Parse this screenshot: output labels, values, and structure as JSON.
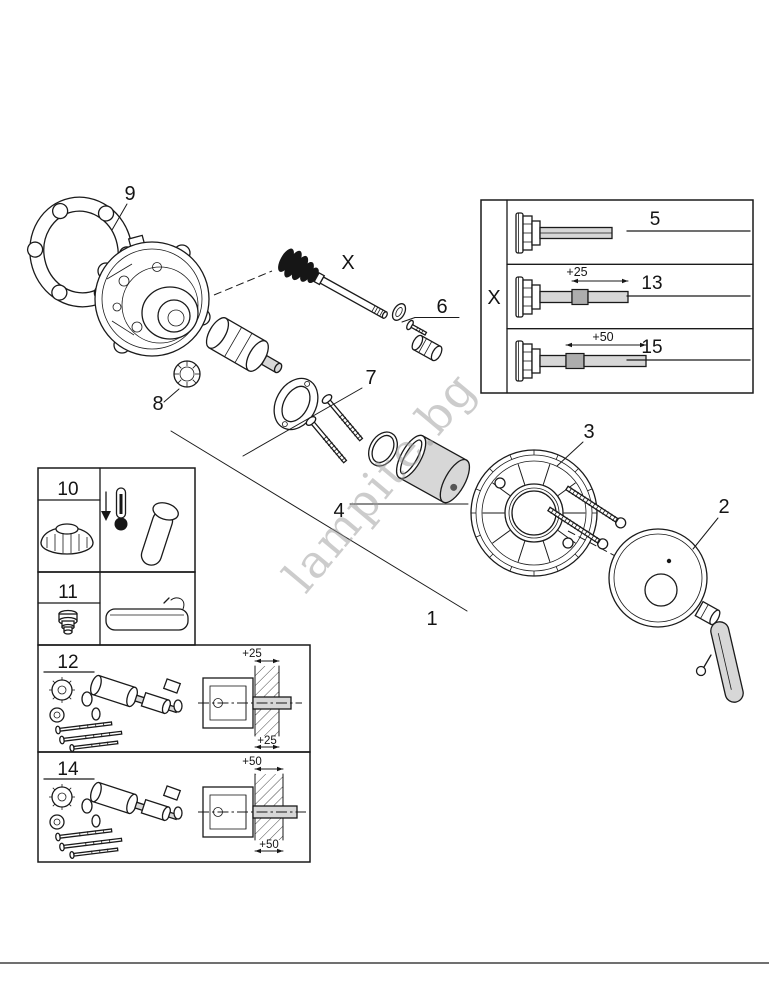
{
  "watermark": "lampite.bg",
  "colors": {
    "line": "#1a1a1a",
    "paper": "#ffffff",
    "shade": "#d7d7d7",
    "watermark": "#9a9a9a"
  },
  "parts": {
    "p1": "1",
    "p2": "2",
    "p3": "3",
    "p4": "4",
    "p6": "6",
    "p7": "7",
    "p8": "8",
    "p9": "9",
    "x_callout": "X"
  },
  "xbox": {
    "label": "X",
    "rows": [
      {
        "num": "5",
        "dim": ""
      },
      {
        "num": "13",
        "dim": "+25"
      },
      {
        "num": "15",
        "dim": "+50"
      }
    ]
  },
  "sideboxes": {
    "b10": {
      "num": "10"
    },
    "b11": {
      "num": "11"
    },
    "b12": {
      "num": "12",
      "dim_top": "+25",
      "dim_bottom": "+25"
    },
    "b14": {
      "num": "14",
      "dim_top": "+50",
      "dim_bottom": "+50"
    }
  }
}
